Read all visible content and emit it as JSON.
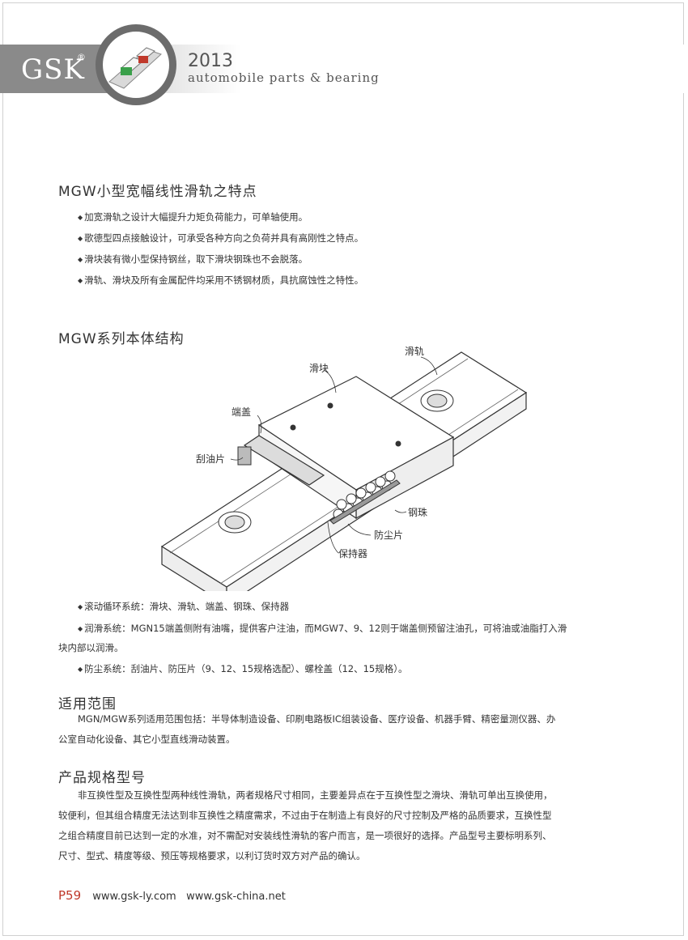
{
  "header": {
    "brand": "GSK",
    "reg": "®",
    "year": "2013",
    "subtitle": "automobile parts & bearing"
  },
  "section1": {
    "title": "MGW小型宽幅线性滑轨之特点",
    "bullets": [
      "加宽滑轨之设计大幅提升力矩负荷能力，可单轴使用。",
      "歌德型四点接触设计，可承受各种方向之负荷并具有高刚性之特点。",
      "滑块装有微小型保持钢丝，取下滑块钢珠也不会脱落。",
      "滑轨、滑块及所有金属配件均采用不锈钢材质，具抗腐蚀性之特性。"
    ]
  },
  "section2": {
    "title": "MGW系列本体结构",
    "labels": {
      "rail": "滑轨",
      "block": "滑块",
      "end_cap": "端盖",
      "scraper": "刮油片",
      "ball": "钢珠",
      "dust_seal": "防尘片",
      "retainer": "保持器"
    },
    "bullets": [
      "滚动循环系统：滑块、滑轨、端盖、钢珠、保持器",
      "润滑系统：MGN15端盖侧附有油嘴，提供客户注油，而MGW7、9、12则于端盖侧预留注油孔，可将油或油脂打入滑",
      "块内部以润滑。",
      "防尘系统：刮油片、防压片（9、12、15规格选配）、螺栓盖（12、15规格）。"
    ]
  },
  "section3": {
    "title": "适用范围",
    "para_lines": [
      "MGN/MGW系列适用范围包括：半导体制造设备、印刷电路板IC组装设备、医疗设备、机器手臂、精密量测仪器、办",
      "公室自动化设备、其它小型直线滑动装置。"
    ]
  },
  "section4": {
    "title": "产品规格型号",
    "para_lines": [
      "非互换性型及互换性型两种线性滑轨，两者规格尺寸相同，主要差异点在于互换性型之滑块、滑轨可单出互换使用，",
      "较便利，但其组合精度无法达到非互换性之精度需求，不过由于在制造上有良好的尺寸控制及严格的品质要求，互换性型",
      "之组合精度目前已达到一定的水准，对不需配对安装线性滑轨的客户而言，是一项很好的选择。产品型号主要标明系列、",
      "尺寸、型式、精度等级、预压等规格要求，以利订货时双方对产品的确认。"
    ]
  },
  "footer": {
    "page": "P59",
    "urls": "www.gsk-ly.com   www.gsk-china.net"
  }
}
